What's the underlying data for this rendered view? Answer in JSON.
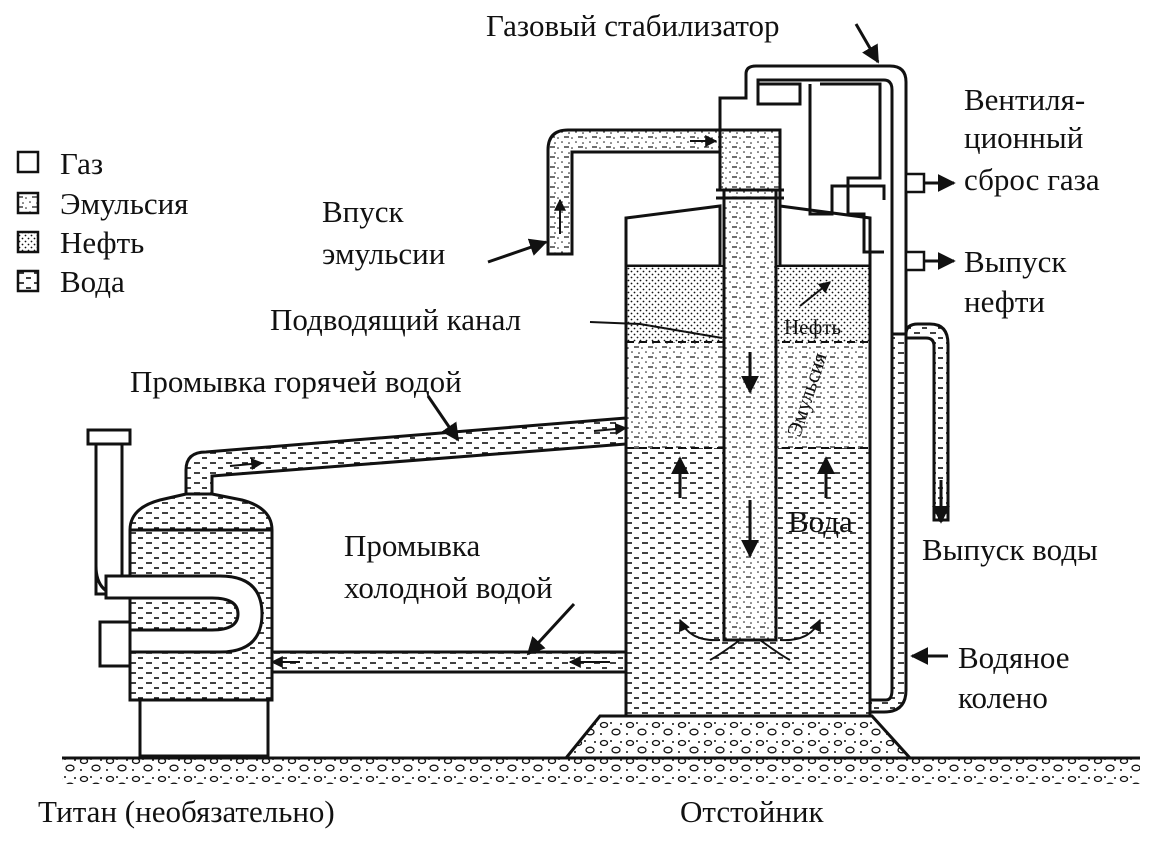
{
  "legend": [
    {
      "label": "Газ",
      "pattern": "gas"
    },
    {
      "label": "Эмульсия",
      "pattern": "emulsion"
    },
    {
      "label": "Нефть",
      "pattern": "oil"
    },
    {
      "label": "Вода",
      "pattern": "water"
    }
  ],
  "labels": {
    "gas_stabilizer": "Газовый стабилизатор",
    "vent_line1": "Вентиля-",
    "vent_line2": "ционный",
    "vent_line3": "сброс газа",
    "inlet_line1": "Впуск",
    "inlet_line2": "эмульсии",
    "oil_outlet_line1": "Выпуск",
    "oil_outlet_line2": "нефти",
    "feed_channel": "Подводящий канал",
    "hot_wash": "Промывка горячей водой",
    "cold_wash_line1": "Промывка",
    "cold_wash_line2": "холодной водой",
    "water_outlet": "Выпуск воды",
    "water_leg_line1": "Водяное",
    "water_leg_line2": "колено",
    "heater": "Титан (необязательно)",
    "settler": "Отстойник",
    "in_oil": "Нефть",
    "in_emulsion": "Эмульсия",
    "in_water": "Вода"
  }
}
